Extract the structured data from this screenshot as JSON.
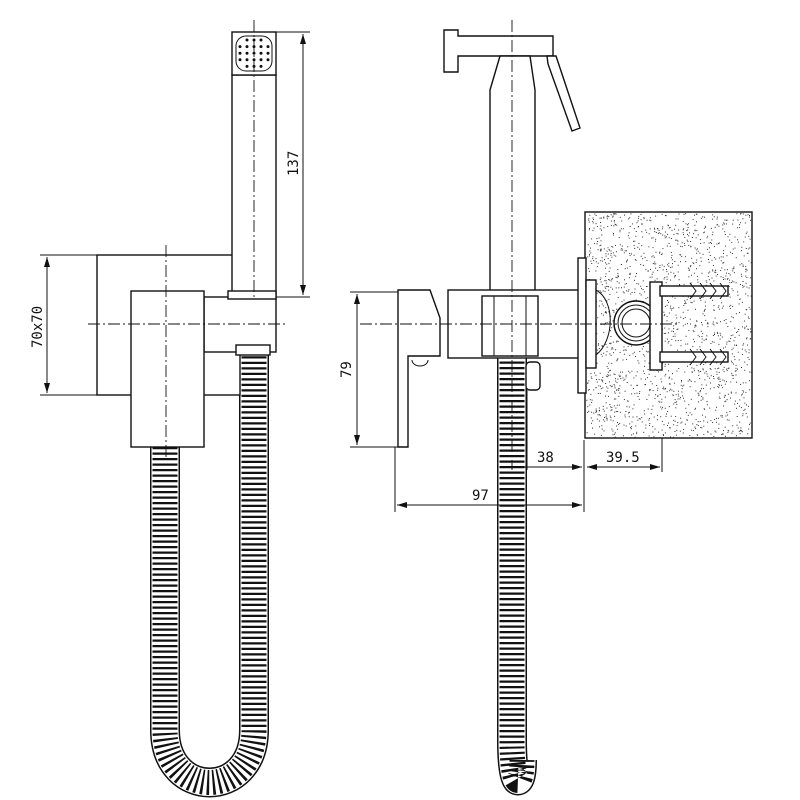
{
  "title": "Bidet shower set technical drawing",
  "dimensions": {
    "head_height": "137",
    "box_size": "70x70",
    "body_height": "79",
    "depth_front": "38",
    "depth_wall": "39.5",
    "total_depth": "97"
  },
  "colors": {
    "line": "#111111",
    "background": "#ffffff"
  }
}
